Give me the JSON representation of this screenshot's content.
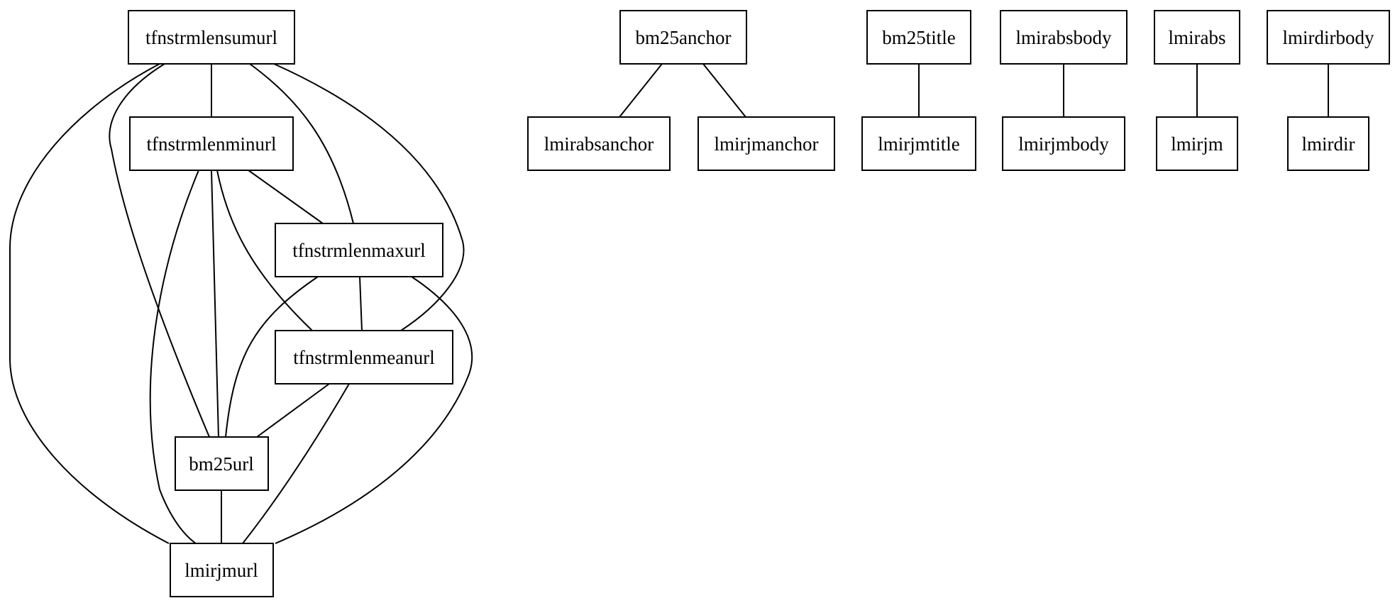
{
  "nodes": {
    "tfnstrmlensumurl": "tfnstrmlensumurl",
    "tfnstrmlenminurl": "tfnstrmlenminurl",
    "tfnstrmlenmaxurl": "tfnstrmlenmaxurl",
    "tfnstrmlenmeanurl": "tfnstrmlenmeanurl",
    "bm25url": "bm25url",
    "lmirjmurl": "lmirjmurl",
    "bm25anchor": "bm25anchor",
    "lmirabsanchor": "lmirabsanchor",
    "lmirjmanchor": "lmirjmanchor",
    "bm25title": "bm25title",
    "lmirjmtitle": "lmirjmtitle",
    "lmirabsbody": "lmirabsbody",
    "lmirjmbody": "lmirjmbody",
    "lmirabs": "lmirabs",
    "lmirjm": "lmirjm",
    "lmirdirbody": "lmirdirbody",
    "lmirdir": "lmirdir"
  },
  "edges": [
    [
      "tfnstrmlensumurl",
      "tfnstrmlenminurl"
    ],
    [
      "tfnstrmlensumurl",
      "tfnstrmlenmaxurl"
    ],
    [
      "tfnstrmlensumurl",
      "tfnstrmlenmeanurl"
    ],
    [
      "tfnstrmlensumurl",
      "bm25url"
    ],
    [
      "tfnstrmlensumurl",
      "lmirjmurl"
    ],
    [
      "tfnstrmlenminurl",
      "tfnstrmlenmaxurl"
    ],
    [
      "tfnstrmlenminurl",
      "tfnstrmlenmeanurl"
    ],
    [
      "tfnstrmlenminurl",
      "bm25url"
    ],
    [
      "tfnstrmlenminurl",
      "lmirjmurl"
    ],
    [
      "tfnstrmlenmaxurl",
      "tfnstrmlenmeanurl"
    ],
    [
      "tfnstrmlenmaxurl",
      "bm25url"
    ],
    [
      "tfnstrmlenmaxurl",
      "lmirjmurl"
    ],
    [
      "tfnstrmlenmeanurl",
      "bm25url"
    ],
    [
      "tfnstrmlenmeanurl",
      "lmirjmurl"
    ],
    [
      "bm25url",
      "lmirjmurl"
    ],
    [
      "bm25anchor",
      "lmirabsanchor"
    ],
    [
      "bm25anchor",
      "lmirjmanchor"
    ],
    [
      "bm25title",
      "lmirjmtitle"
    ],
    [
      "lmirabsbody",
      "lmirjmbody"
    ],
    [
      "lmirabs",
      "lmirjm"
    ],
    [
      "lmirdirbody",
      "lmirdir"
    ]
  ]
}
